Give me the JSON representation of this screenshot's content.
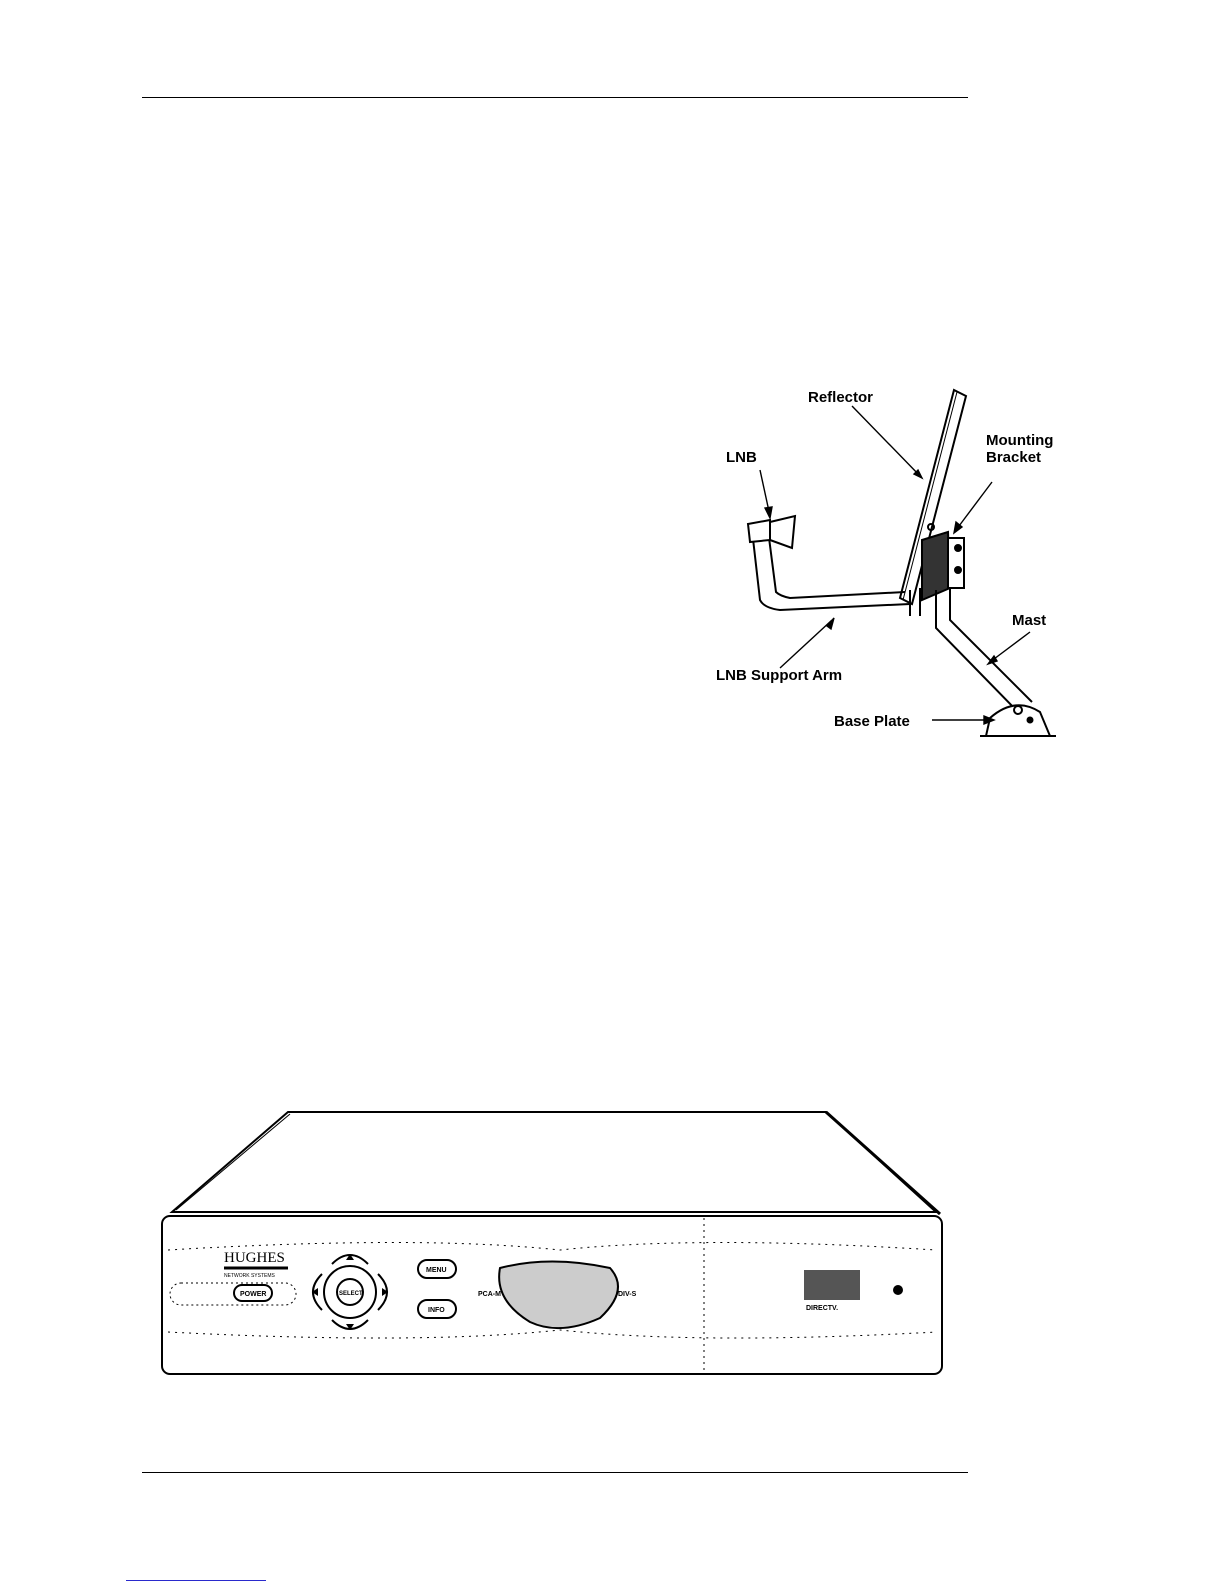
{
  "figure_dish": {
    "labels": {
      "reflector": "Reflector",
      "lnb": "LNB",
      "mounting_bracket_line1": "Mounting",
      "mounting_bracket_line2": "Bracket",
      "mast": "Mast",
      "lnb_support_arm": "LNB Support Arm",
      "base_plate": "Base Plate"
    }
  },
  "figure_receiver": {
    "brand_line1": "HUGHES",
    "brand_line2": "NETWORK SYSTEMS",
    "buttons": {
      "power": "POWER",
      "select": "SELECT",
      "menu": "MENU",
      "info": "INFO"
    },
    "display_left_label": "PCA-M",
    "display_right_label": "DIV-S",
    "logo_text": "DIRECTV."
  }
}
